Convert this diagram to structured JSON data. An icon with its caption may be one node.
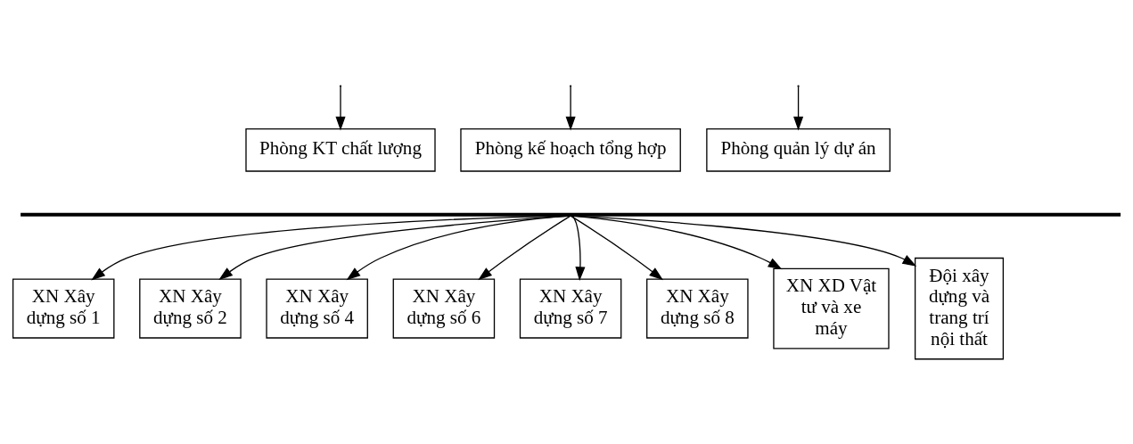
{
  "diagram": {
    "nodes": [
      {
        "text": [
          "Phòng KT chất lượng"
        ]
      },
      {
        "text": [
          "Phòng kế hoạch tổng hợp"
        ]
      },
      {
        "text": [
          "Phòng quản lý dự án"
        ]
      },
      {
        "text": [],
        "shape": "bar"
      },
      {
        "text": [
          "XN Xây dựng số 1"
        ]
      },
      {
        "text": [
          "XN Xây dựng số 2"
        ]
      },
      {
        "text": [
          "XN Xây dựng số 4"
        ]
      },
      {
        "text": [
          "XN Xây dựng số 6"
        ]
      },
      {
        "text": [
          "XN Xây dựng số 7"
        ]
      },
      {
        "text": [
          "XN Xây dựng số 8"
        ]
      },
      {
        "text": [
          "XN XD Vật tư và xe máy"
        ]
      },
      {
        "text": [
          "Đội xây dựng và trang trí nội thất"
        ]
      }
    ],
    "edges": [
      {
        "from": null,
        "to": 0,
        "arrow": "to"
      },
      {
        "from": null,
        "to": 1,
        "arrow": "to"
      },
      {
        "from": null,
        "to": 2,
        "arrow": "to"
      },
      {
        "from": 3,
        "to": 4,
        "arrow": "to"
      },
      {
        "from": 3,
        "to": 5,
        "arrow": "to"
      },
      {
        "from": 3,
        "to": 6,
        "arrow": "to"
      },
      {
        "from": 3,
        "to": 7,
        "arrow": "to"
      },
      {
        "from": 3,
        "to": 8,
        "arrow": "to"
      },
      {
        "from": 3,
        "to": 9,
        "arrow": "to"
      },
      {
        "from": 3,
        "to": 10,
        "arrow": "to"
      },
      {
        "from": 3,
        "to": 11,
        "arrow": "to"
      }
    ]
  }
}
